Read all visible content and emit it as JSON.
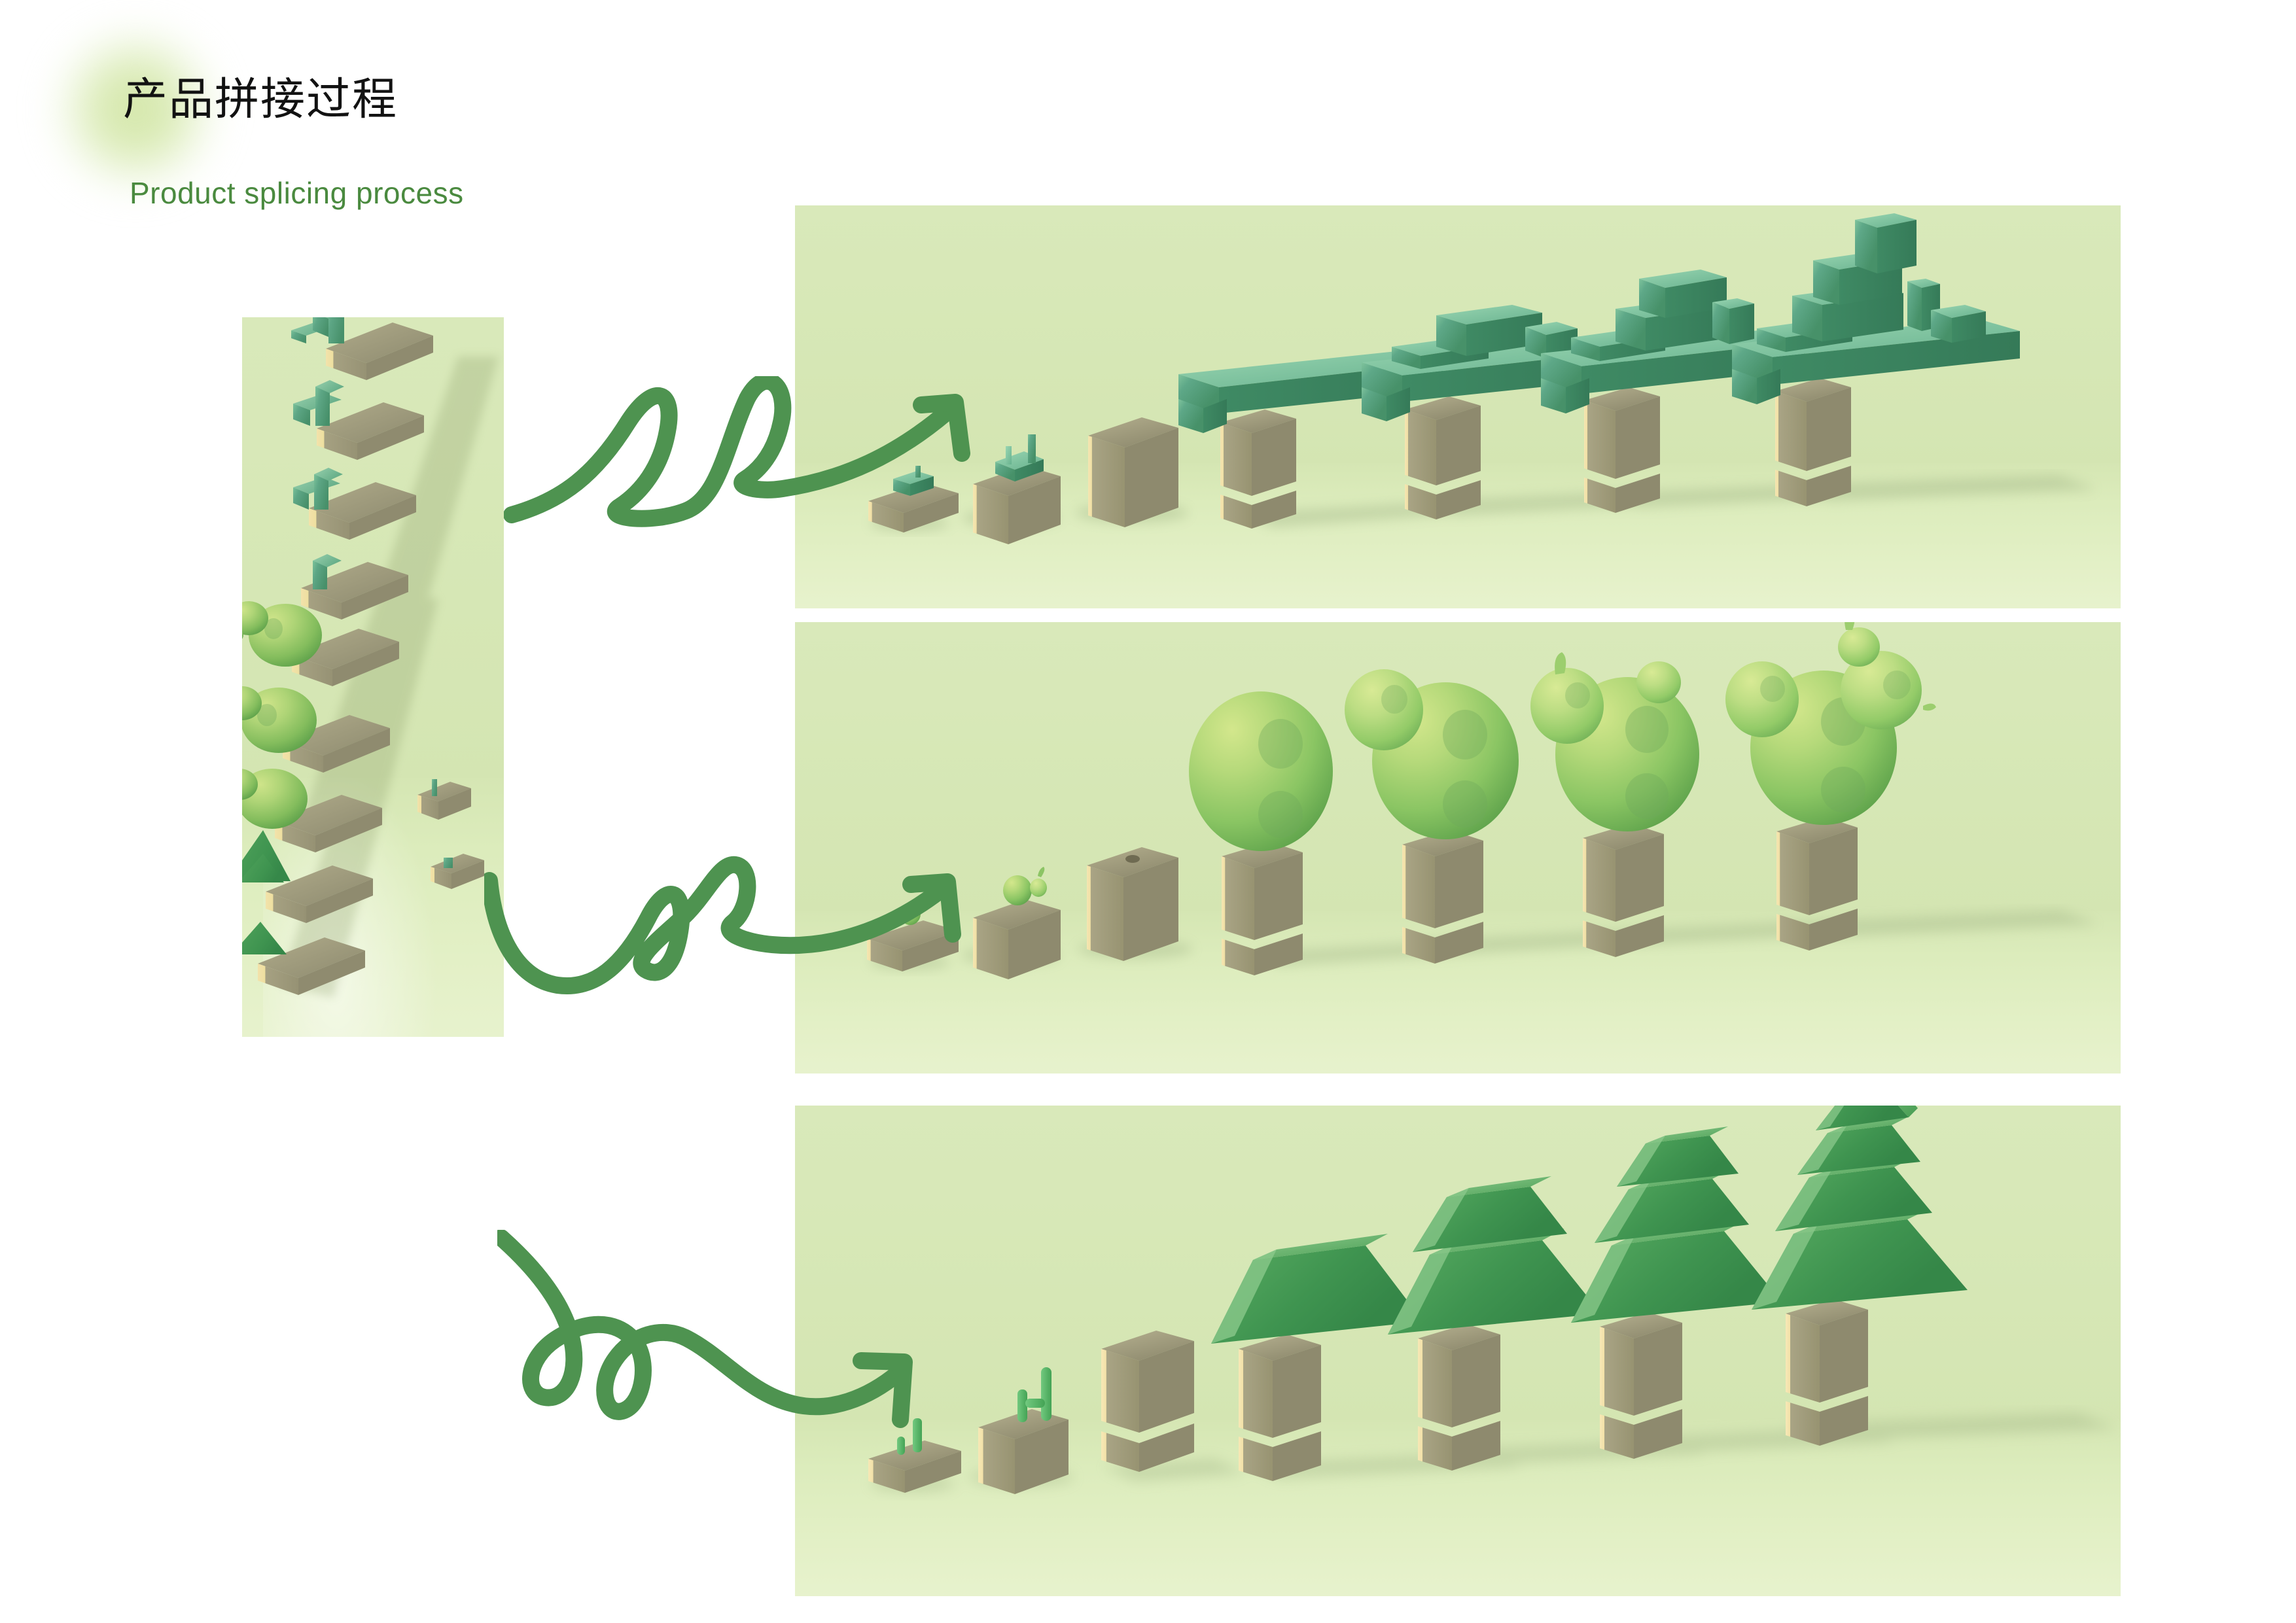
{
  "header": {
    "title_cn": "产品拼接过程",
    "subtitle_en": "Product splicing process",
    "title_color": "#121212",
    "subtitle_color": "#4a8a3f",
    "blob_color": "#d3e6a8"
  },
  "theme": {
    "page_background": "#ffffff",
    "panel_background": "#d8e8b8",
    "arrow_color": "#4e9350",
    "wood_light": "#f3e3ae",
    "wood_dark": "#9e9a7c",
    "leaf_green": "#4e9a6e",
    "cone_green": "#3f9450",
    "blob_green": "#8cc563"
  },
  "panels": [
    {
      "id": "panel-left",
      "name": "overview-panel",
      "label": "Assembled models overview",
      "orientation": "vertical",
      "description": "Diagonal row of completed block models: pixel trees, round-crown trees and conifer trees stacked on wooden bases"
    },
    {
      "id": "panel-blocks",
      "name": "pixel-tree-sequence-panel",
      "label": "Pixel tree assembly sequence",
      "steps": 7,
      "step_descriptions": [
        "single wooden base block with small green chip",
        "two stacked blocks with green sprout piece",
        "three stacked blocks, bare trunk",
        "trunk with wide green L-shaped canopy bar",
        "trunk with canopy bar plus stepped green blocks",
        "trunk with canopy bar and taller stepped green tower",
        "trunk with full stepped pixel canopy and spire"
      ]
    },
    {
      "id": "panel-round",
      "name": "round-tree-sequence-panel",
      "label": "Round crown tree assembly sequence",
      "steps": 7,
      "step_descriptions": [
        "single wooden base block with tiny green bud",
        "two stacked blocks with small bud cluster",
        "three stacked blocks, bare trunk with peg hole",
        "trunk with one large round green crown",
        "trunk with large crown plus one side bud",
        "trunk with large crown, side bud and top bud",
        "trunk with full cluster of crown and buds"
      ]
    },
    {
      "id": "panel-cone",
      "name": "conifer-tree-sequence-panel",
      "label": "Conifer tree assembly sequence",
      "steps": 7,
      "step_descriptions": [
        "single wooden base block with one green stem",
        "two stacked blocks with two green stems",
        "three stacked blocks, bare trunk",
        "trunk with single wide trapezoid canopy tier",
        "trunk with two stacked trapezoid tiers",
        "trunk with three stacked trapezoid tiers",
        "trunk with four tiers topped by a triangular peak"
      ]
    }
  ],
  "arrows": [
    {
      "id": "arrow-1",
      "name": "flow-arrow-to-pixel-trees",
      "style": "hand-drawn double loop with arrowhead",
      "direction": "left-to-right, up"
    },
    {
      "id": "arrow-2",
      "name": "flow-arrow-to-round-trees",
      "style": "hand-drawn double loop with arrowhead",
      "direction": "left-to-right, up"
    },
    {
      "id": "arrow-3",
      "name": "flow-arrow-to-conifer-trees",
      "style": "hand-drawn double loop with arrowhead",
      "direction": "left-to-right, down-right"
    }
  ]
}
